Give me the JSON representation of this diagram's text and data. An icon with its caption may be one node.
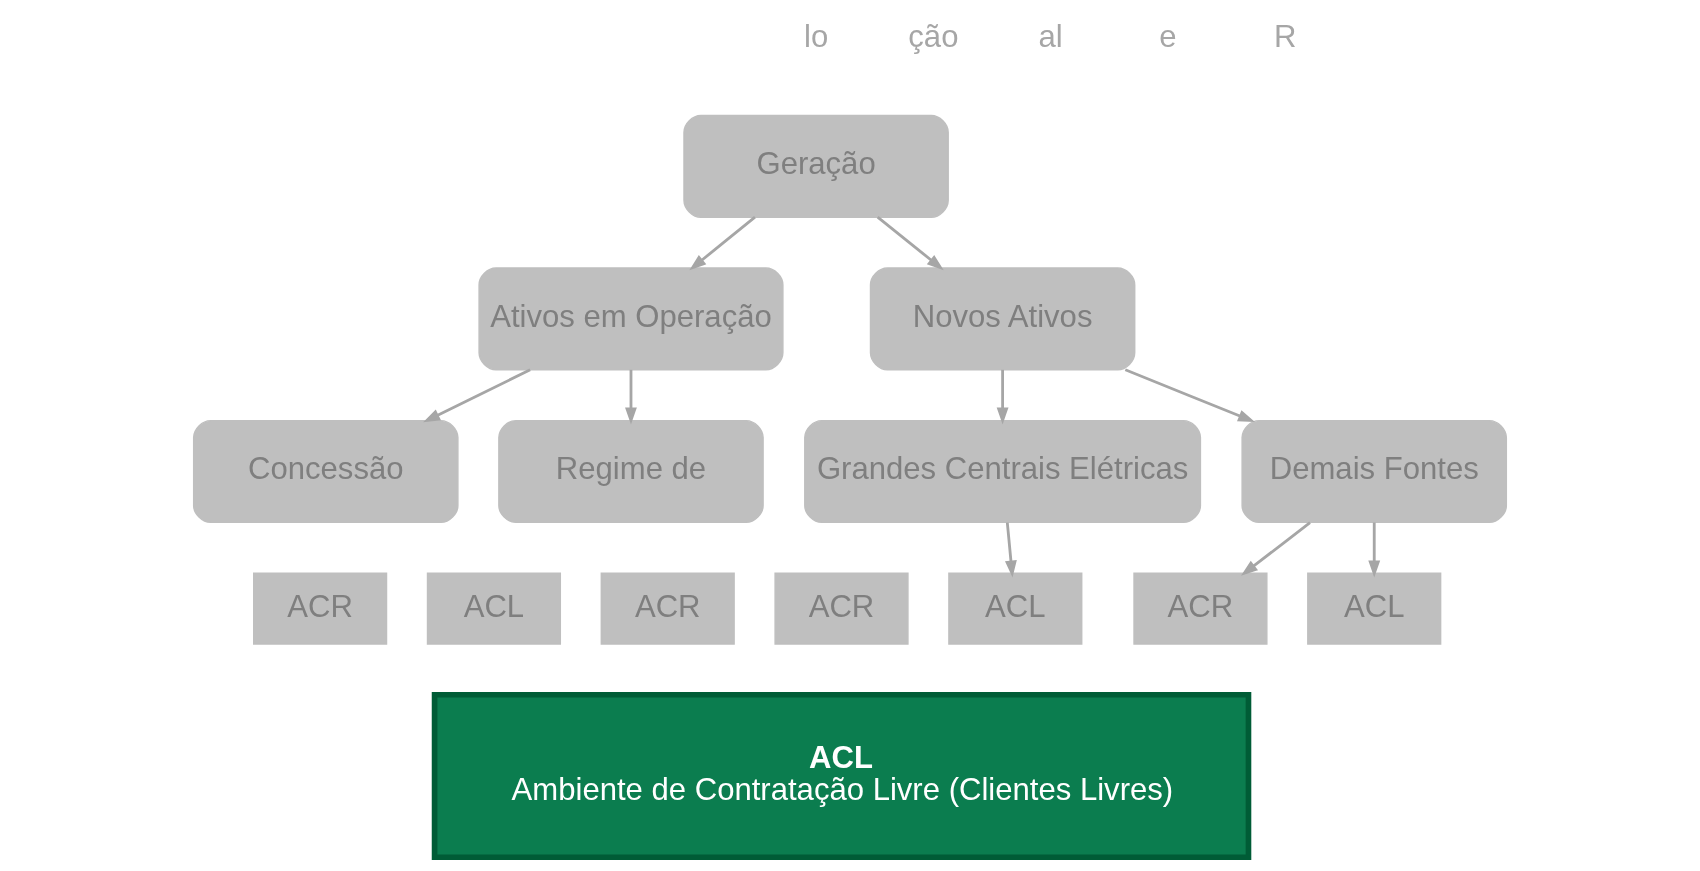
{
  "diagram": {
    "nodes": [
      {
        "text": [
          "Geração"
        ]
      },
      {
        "text": [
          "Ativos em Operação"
        ]
      },
      {
        "text": [
          "Novos Ativos"
        ]
      },
      {
        "text": [
          "Concessão"
        ]
      },
      {
        "text": [
          "Regime de"
        ]
      },
      {
        "text": [
          "Grandes Centrais Elétricas"
        ]
      },
      {
        "text": [
          "Demais Fontes"
        ]
      },
      {
        "text": [
          "ACR"
        ]
      },
      {
        "text": [
          "ACL"
        ]
      },
      {
        "text": [
          "ACR"
        ]
      },
      {
        "text": [
          "ACR"
        ]
      },
      {
        "text": [
          "ACL"
        ]
      },
      {
        "text": [
          "ACR"
        ]
      },
      {
        "text": [
          "ACL"
        ]
      },
      {
        "text": [
          "ACL",
          "Ambiente de Contratação Livre (Clientes Livres)"
        ]
      }
    ],
    "edges": [
      {
        "from": 0,
        "to": 1,
        "arrow": "to"
      },
      {
        "from": 0,
        "to": 2,
        "arrow": "to"
      },
      {
        "from": 1,
        "to": 3,
        "arrow": "to"
      },
      {
        "from": 1,
        "to": 4,
        "arrow": "to"
      },
      {
        "from": 2,
        "to": 5,
        "arrow": "to"
      },
      {
        "from": 2,
        "to": 6,
        "arrow": "to"
      },
      {
        "from": 5,
        "to": 11,
        "arrow": "to"
      },
      {
        "from": 6,
        "to": 12,
        "arrow": "to"
      },
      {
        "from": 6,
        "to": 13,
        "arrow": "to"
      }
    ],
    "labels": [
      "lo",
      "ção",
      "al",
      "e",
      "R"
    ]
  }
}
